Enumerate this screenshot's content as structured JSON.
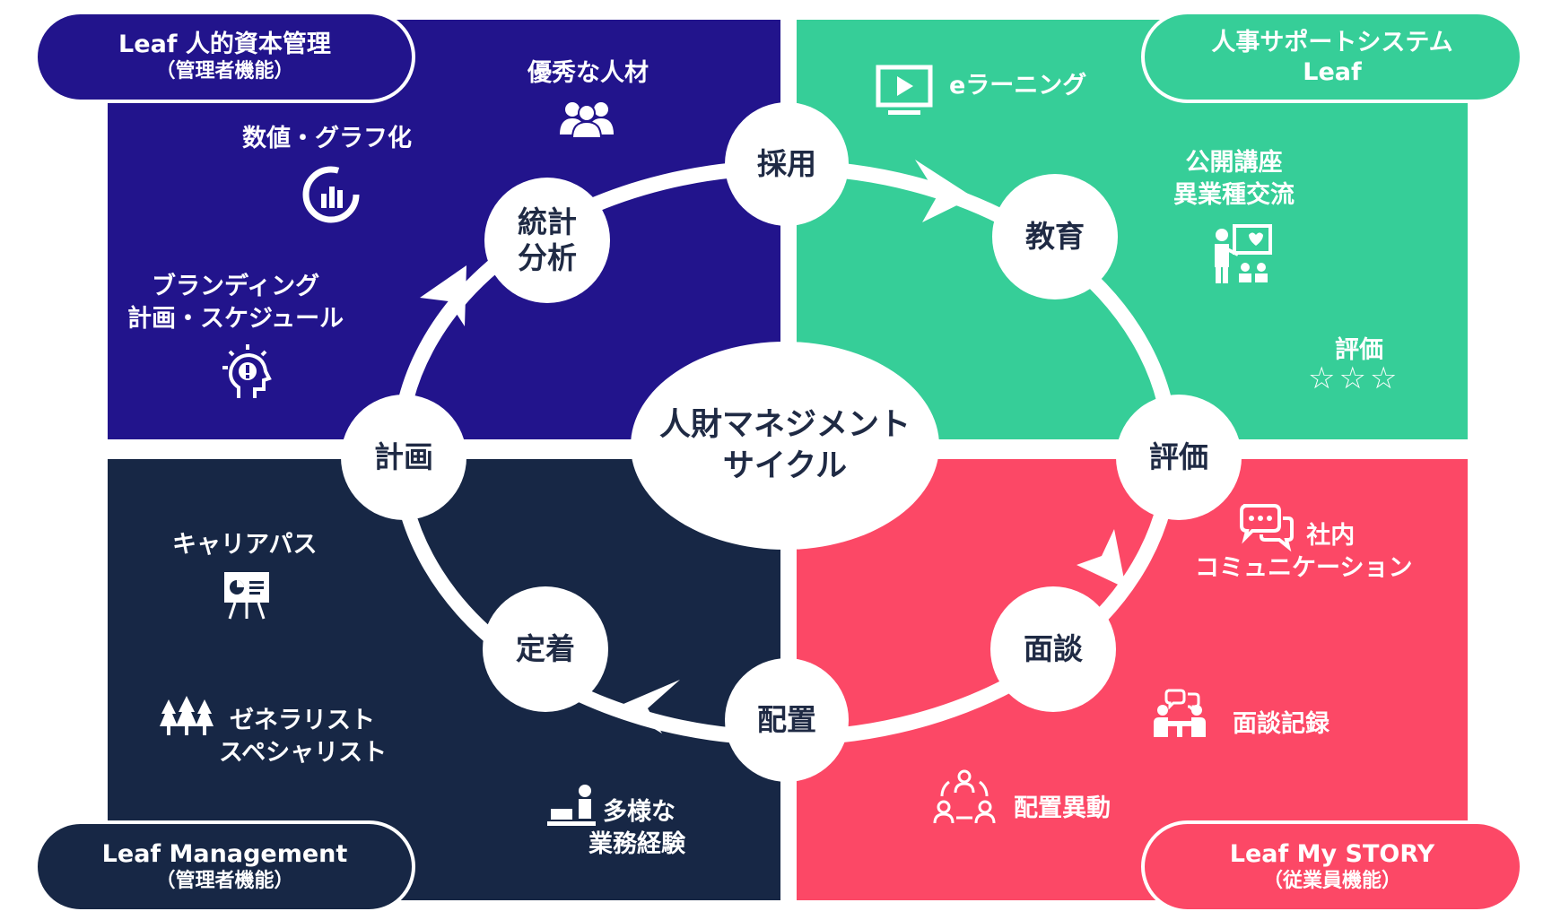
{
  "cycle": {
    "center_line1": "人財マネジメント",
    "center_line2": "サイクル",
    "nodes": {
      "saiyo": "採用",
      "kyoiku": "教育",
      "hyoka": "評価",
      "mendan": "面談",
      "haichi": "配置",
      "teichaku": "定着",
      "keikaku": "計画",
      "tokei_line1": "統計",
      "tokei_line2": "分析"
    }
  },
  "quadrants": {
    "top_left": {
      "color": "#22148c",
      "badge_line1": "Leaf 人的資本管理",
      "badge_line2": "（管理者機能）",
      "items": {
        "talent": "優秀な人材",
        "graph": "数値・グラフ化",
        "branding_line1": "ブランディング",
        "branding_line2": "計画・スケジュール"
      }
    },
    "top_right": {
      "color": "#36ce98",
      "badge_line1": "人事サポートシステム",
      "badge_line2": "Leaf",
      "items": {
        "elearning": "eラーニング",
        "lecture_line1": "公開講座",
        "lecture_line2": "異業種交流",
        "evaluation": "評価",
        "stars": "☆☆☆"
      }
    },
    "bottom_left": {
      "color": "#172745",
      "badge_line1": "Leaf Management",
      "badge_line2": "（管理者機能）",
      "items": {
        "career": "キャリアパス",
        "generalist_line1": "ゼネラリスト",
        "generalist_line2": "スペシャリスト",
        "experience_line1": "多様な",
        "experience_line2": "業務経験"
      }
    },
    "bottom_right": {
      "color": "#fc4866",
      "badge_line1": "Leaf My STORY",
      "badge_line2": "（従業員機能）",
      "items": {
        "comm_line1": "社内",
        "comm_line2": "コミュニケーション",
        "interview_record": "面談記録",
        "transfer": "配置異動"
      }
    }
  },
  "icons": [
    "people-group-icon",
    "chart-circle-icon",
    "lightbulb-head-icon",
    "video-play-icon",
    "teacher-board-icon",
    "chat-bubbles-icon",
    "meeting-table-icon",
    "rotation-people-icon",
    "presentation-board-icon",
    "trees-icon",
    "desk-worker-icon"
  ]
}
